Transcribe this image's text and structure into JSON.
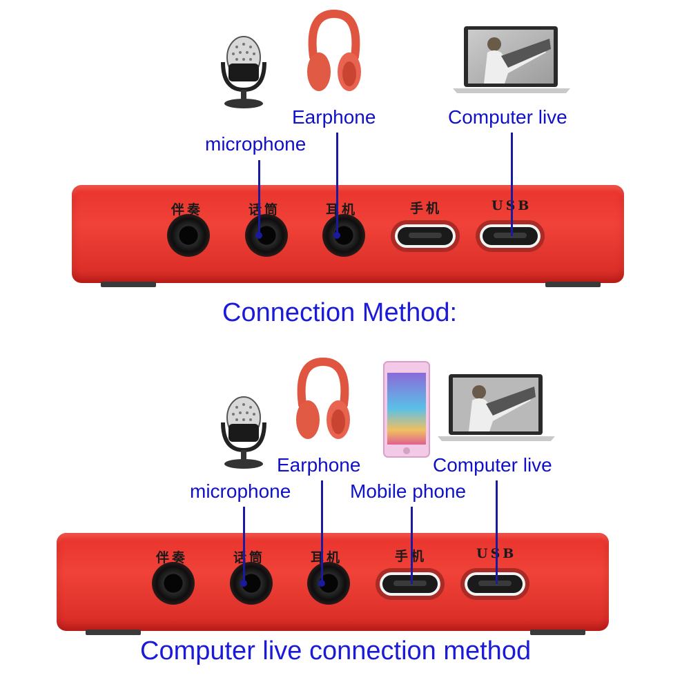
{
  "top": {
    "heading": "Connection Method:",
    "labels": {
      "microphone": "microphone",
      "earphone": "Earphone",
      "computer": "Computer live"
    },
    "ports": [
      "伴奏",
      "话筒",
      "耳机",
      "手机",
      "USB"
    ]
  },
  "bottom": {
    "heading": "Computer live connection method",
    "labels": {
      "microphone": "microphone",
      "earphone": "Earphone",
      "mobile": "Mobile phone",
      "computer": "Computer live"
    },
    "ports": [
      "伴奏",
      "话筒",
      "耳机",
      "手机",
      "USB"
    ]
  },
  "colors": {
    "device_red": "#e8332c",
    "label_blue": "#1010c8",
    "line_blue": "#1a1aa0"
  },
  "icons": [
    "microphone-icon",
    "headphones-icon",
    "laptop-icon",
    "mobile-phone-icon"
  ]
}
